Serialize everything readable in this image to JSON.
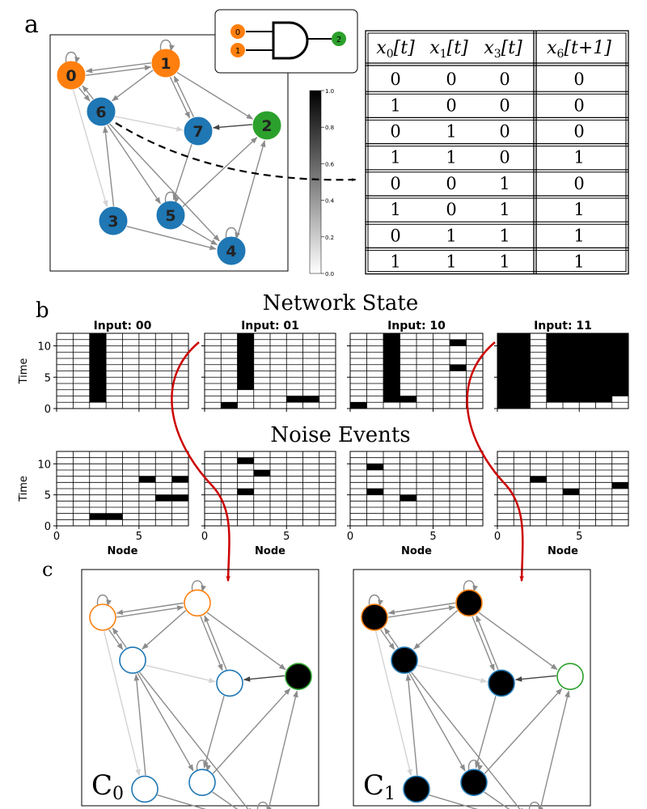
{
  "panel_labels": {
    "a": "a",
    "b": "b",
    "c": "c"
  },
  "colors": {
    "orange": "#ff7f0e",
    "blue": "#1f77b4",
    "green": "#2ca02c",
    "edge": "#8c8c8c",
    "edge_light": "#d3d3d3",
    "arrow_red": "#cc0000",
    "black": "#000000"
  },
  "network": {
    "nodes": [
      {
        "id": 0,
        "label": "0",
        "role": "input"
      },
      {
        "id": 1,
        "label": "1",
        "role": "input"
      },
      {
        "id": 2,
        "label": "2",
        "role": "output"
      },
      {
        "id": 3,
        "label": "3",
        "role": "hidden"
      },
      {
        "id": 4,
        "label": "4",
        "role": "hidden"
      },
      {
        "id": 5,
        "label": "5",
        "role": "hidden"
      },
      {
        "id": 6,
        "label": "6",
        "role": "hidden"
      },
      {
        "id": 7,
        "label": "7",
        "role": "hidden"
      }
    ],
    "edges": [
      {
        "from": 0,
        "to": 0,
        "w": "dark"
      },
      {
        "from": 1,
        "to": 1,
        "w": "dark"
      },
      {
        "from": 5,
        "to": 5,
        "w": "dark"
      },
      {
        "from": 4,
        "to": 4,
        "w": "dark"
      },
      {
        "from": 0,
        "to": 1,
        "w": "dark"
      },
      {
        "from": 1,
        "to": 0,
        "w": "dark"
      },
      {
        "from": 0,
        "to": 6,
        "w": "dark"
      },
      {
        "from": 6,
        "to": 0,
        "w": "dark"
      },
      {
        "from": 1,
        "to": 6,
        "w": "dark"
      },
      {
        "from": 1,
        "to": 7,
        "w": "dark"
      },
      {
        "from": 7,
        "to": 1,
        "w": "dark"
      },
      {
        "from": 1,
        "to": 2,
        "w": "dark"
      },
      {
        "from": 2,
        "to": 7,
        "w": "darker"
      },
      {
        "from": 6,
        "to": 7,
        "w": "light"
      },
      {
        "from": 0,
        "to": 3,
        "w": "light"
      },
      {
        "from": 3,
        "to": 6,
        "w": "dark"
      },
      {
        "from": 6,
        "to": 5,
        "w": "dark"
      },
      {
        "from": 6,
        "to": 4,
        "w": "dark"
      },
      {
        "from": 7,
        "to": 5,
        "w": "dark"
      },
      {
        "from": 5,
        "to": 2,
        "w": "dark"
      },
      {
        "from": 3,
        "to": 4,
        "w": "dark"
      },
      {
        "from": 5,
        "to": 4,
        "w": "dark"
      },
      {
        "from": 4,
        "to": 2,
        "w": "dark"
      }
    ]
  },
  "gate": {
    "inputs": [
      "0",
      "1"
    ],
    "output": "2"
  },
  "colorbar": {
    "ticks": [
      "0.0",
      "0.2",
      "0.4",
      "0.6",
      "0.8",
      "1.0"
    ]
  },
  "truth_table": {
    "headers": [
      "x_0[t]",
      "x_1[t]",
      "x_3[t]",
      "x_6[t+1]"
    ],
    "rows": [
      [
        "0",
        "0",
        "0",
        "0"
      ],
      [
        "1",
        "0",
        "0",
        "0"
      ],
      [
        "0",
        "1",
        "0",
        "0"
      ],
      [
        "1",
        "1",
        "0",
        "1"
      ],
      [
        "0",
        "0",
        "1",
        "0"
      ],
      [
        "1",
        "0",
        "1",
        "1"
      ],
      [
        "0",
        "1",
        "1",
        "1"
      ],
      [
        "1",
        "1",
        "1",
        "1"
      ]
    ]
  },
  "section_b": {
    "network_state_title": "Network State",
    "noise_events_title": "Noise Events",
    "ylabel": "Time",
    "xlabel": "Node",
    "xticks": [
      "0",
      "5"
    ],
    "yticks": [
      "0",
      "5",
      "10"
    ]
  },
  "chart_data": [
    {
      "type": "heatmap",
      "title": "Input: 00",
      "group": "Network State",
      "xlim": [
        0,
        8
      ],
      "ylim": [
        0,
        12
      ],
      "cells": [
        [
          2,
          1,
          11
        ]
      ]
    },
    {
      "type": "heatmap",
      "title": "Input: 01",
      "group": "Network State",
      "xlim": [
        0,
        8
      ],
      "ylim": [
        0,
        12
      ],
      "cells": [
        [
          2,
          3,
          9
        ],
        [
          1,
          0,
          1
        ],
        [
          5,
          1,
          1
        ],
        [
          6,
          1,
          1
        ]
      ]
    },
    {
      "type": "heatmap",
      "title": "Input: 10",
      "group": "Network State",
      "xlim": [
        0,
        8
      ],
      "ylim": [
        0,
        12
      ],
      "cells": [
        [
          2,
          1,
          11
        ],
        [
          0,
          0,
          1
        ],
        [
          3,
          1,
          1
        ],
        [
          6,
          10,
          1
        ],
        [
          6,
          6,
          1
        ]
      ]
    },
    {
      "type": "heatmap",
      "title": "Input: 11",
      "group": "Network State",
      "xlim": [
        0,
        8
      ],
      "ylim": [
        0,
        12
      ],
      "cells": [
        [
          0,
          0,
          12
        ],
        [
          1,
          0,
          12
        ],
        [
          3,
          1,
          11
        ],
        [
          4,
          1,
          11
        ],
        [
          5,
          1,
          11
        ],
        [
          6,
          1,
          11
        ],
        [
          7,
          2,
          10
        ]
      ]
    },
    {
      "type": "heatmap",
      "title": "",
      "group": "Noise Events",
      "xlim": [
        0,
        8
      ],
      "ylim": [
        0,
        12
      ],
      "cells": [
        [
          2,
          1,
          1
        ],
        [
          3,
          1,
          1
        ],
        [
          5,
          7,
          1
        ],
        [
          6,
          4,
          1
        ],
        [
          7,
          4,
          1
        ],
        [
          7,
          7,
          1
        ]
      ]
    },
    {
      "type": "heatmap",
      "title": "",
      "group": "Noise Events",
      "xlim": [
        0,
        8
      ],
      "ylim": [
        0,
        12
      ],
      "cells": [
        [
          2,
          10,
          1
        ],
        [
          3,
          8,
          1
        ],
        [
          2,
          5,
          1
        ]
      ]
    },
    {
      "type": "heatmap",
      "title": "",
      "group": "Noise Events",
      "xlim": [
        0,
        8
      ],
      "ylim": [
        0,
        12
      ],
      "cells": [
        [
          1,
          9,
          1
        ],
        [
          1,
          5,
          1
        ],
        [
          3,
          4,
          1
        ]
      ]
    },
    {
      "type": "heatmap",
      "title": "",
      "group": "Noise Events",
      "xlim": [
        0,
        8
      ],
      "ylim": [
        0,
        12
      ],
      "cells": [
        [
          2,
          7,
          1
        ],
        [
          4,
          5,
          1
        ],
        [
          7,
          6,
          1
        ]
      ]
    }
  ],
  "section_c": {
    "attractors": [
      {
        "label": "C",
        "sub": "0",
        "filled_nodes": [
          2
        ]
      },
      {
        "label": "C",
        "sub": "1",
        "filled_nodes": [
          0,
          1,
          3,
          4,
          5,
          6,
          7
        ]
      }
    ]
  }
}
